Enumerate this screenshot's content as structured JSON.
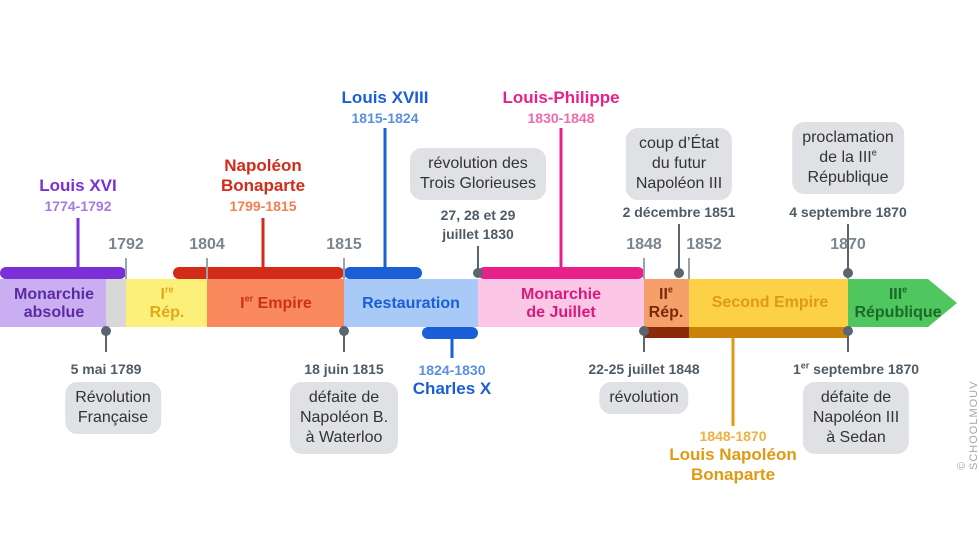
{
  "periods": {
    "monarchie_absolue": [
      "Monarchie",
      "absolue"
    ],
    "premiere_republique": [
      "I",
      "re",
      "Rép."
    ],
    "premier_empire": [
      "I",
      "er",
      " Empire"
    ],
    "restauration": "Restauration",
    "monarchie_juillet": [
      "Monarchie",
      "de Juillet"
    ],
    "deuxieme_republique": [
      "II",
      "e",
      "Rép."
    ],
    "second_empire": "Second Empire",
    "troisieme_republique": [
      "III",
      "e",
      "République"
    ]
  },
  "years": {
    "y1792": "1792",
    "y1804": "1804",
    "y1815": "1815",
    "y1848": "1848",
    "y1852": "1852",
    "y1870": "1870"
  },
  "rulers": {
    "louis_xvi": {
      "name": "Louis XVI",
      "dates": "1774-1792"
    },
    "napoleon": {
      "name": [
        "Napoléon",
        "Bonaparte"
      ],
      "dates": "1799-1815"
    },
    "louis_xviii": {
      "name": "Louis XVIII",
      "dates": "1815-1824"
    },
    "louis_philippe": {
      "name": "Louis-Philippe",
      "dates": "1830-1848"
    },
    "charles_x": {
      "name": "Charles X",
      "dates": "1824-1830"
    },
    "louis_napoleon": {
      "name": [
        "Louis Napoléon",
        "Bonaparte"
      ],
      "dates": "1848-1870"
    }
  },
  "events": {
    "revolution_1789": {
      "date": "5 mai 1789",
      "text": [
        "Révolution",
        "Française"
      ]
    },
    "waterloo": {
      "date": "18 juin 1815",
      "text": [
        "défaite de",
        "Napoléon B.",
        "à Waterloo"
      ]
    },
    "trois_glorieuses": {
      "date": [
        "27, 28 et 29",
        "juillet 1830"
      ],
      "text": [
        "révolution des",
        "Trois Glorieuses"
      ]
    },
    "coup_etat": {
      "date": "2 décembre 1851",
      "text": [
        "coup d’État",
        "du futur",
        "Napoléon III"
      ]
    },
    "revolution_1848": {
      "date": "22-25 juillet 1848",
      "text": "révolution"
    },
    "proclamation": {
      "date": "4 septembre 1870",
      "text": [
        "proclamation",
        "de la III",
        "e",
        "République"
      ]
    },
    "sedan": {
      "date": [
        "1",
        "er",
        " septembre 1870"
      ],
      "text": [
        "défaite de",
        "Napoléon III",
        "à Sedan"
      ]
    }
  },
  "watermark": "© SCHOOLMOUV",
  "colors": {
    "purple": "#7b2fd6",
    "red": "#d42a1a",
    "orange_dates": "#f27f4e",
    "blue": "#1a5fd6",
    "blue_dates": "#5b8fe0",
    "pink": "#e8208a",
    "pink_dates": "#f06aa8",
    "gold": "#e09a12",
    "gold_dates": "#f0b040",
    "grey_year": "#7a8590",
    "bubble": "#dfe1e4"
  }
}
